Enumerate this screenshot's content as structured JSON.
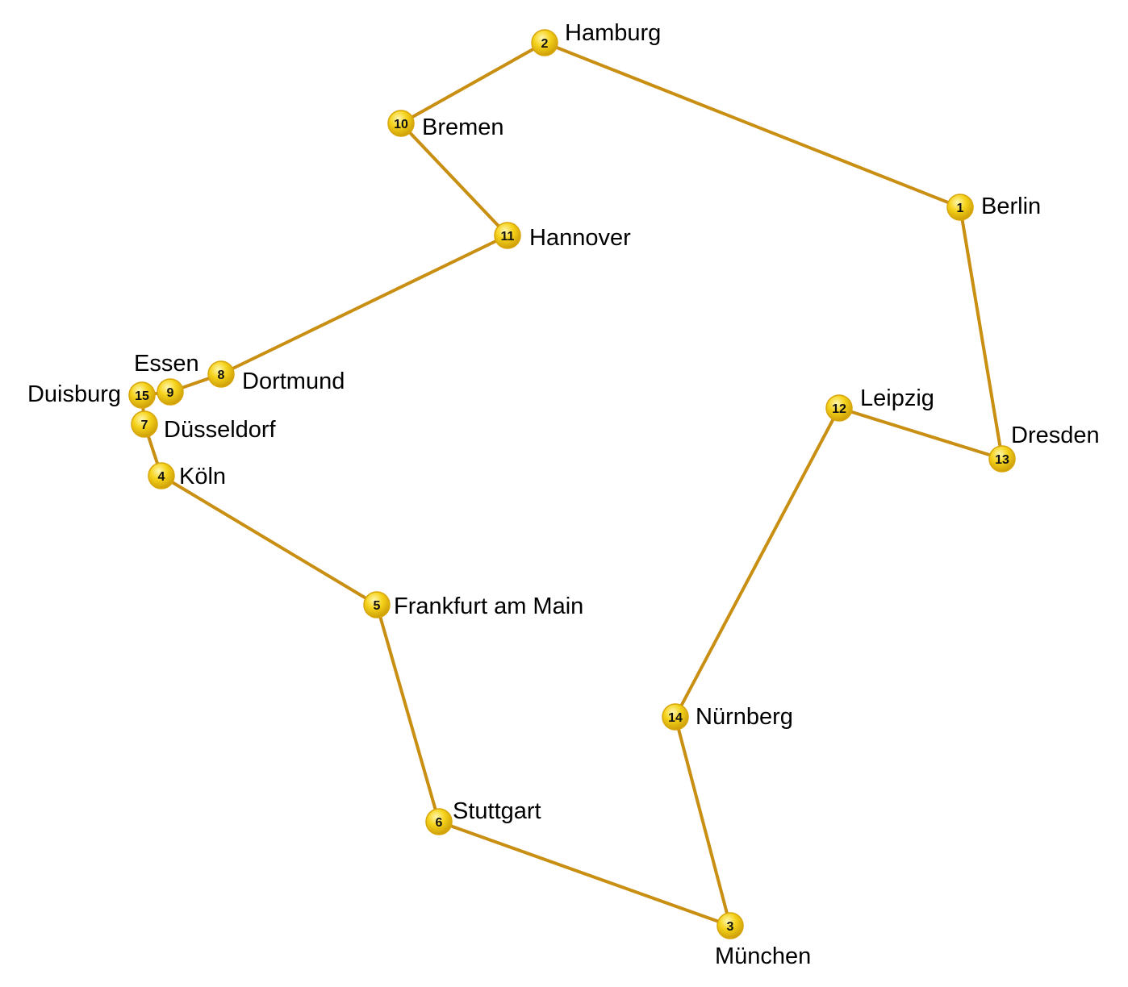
{
  "colors": {
    "edge": "#c98f12",
    "node_highlight": "#fff7b0",
    "node_fill": "#f5d21a",
    "node_shadow": "#c99a06",
    "text": "#000000"
  },
  "cities": [
    {
      "id": 1,
      "number": "1",
      "name": "Berlin"
    },
    {
      "id": 2,
      "number": "2",
      "name": "Hamburg"
    },
    {
      "id": 3,
      "number": "3",
      "name": "München"
    },
    {
      "id": 4,
      "number": "4",
      "name": "Köln"
    },
    {
      "id": 5,
      "number": "5",
      "name": "Frankfurt am Main"
    },
    {
      "id": 6,
      "number": "6",
      "name": "Stuttgart"
    },
    {
      "id": 7,
      "number": "7",
      "name": "Düsseldorf"
    },
    {
      "id": 8,
      "number": "8",
      "name": "Dortmund"
    },
    {
      "id": 9,
      "number": "9",
      "name": "Essen"
    },
    {
      "id": 10,
      "number": "10",
      "name": "Bremen"
    },
    {
      "id": 11,
      "number": "11",
      "name": "Hannover"
    },
    {
      "id": 12,
      "number": "12",
      "name": "Leipzig"
    },
    {
      "id": 13,
      "number": "13",
      "name": "Dresden"
    },
    {
      "id": 14,
      "number": "14",
      "name": "Nürnberg"
    },
    {
      "id": 15,
      "number": "15",
      "name": "Duisburg"
    }
  ],
  "tour": [
    1,
    2,
    10,
    11,
    8,
    9,
    15,
    7,
    4,
    5,
    6,
    3,
    14,
    12,
    13,
    1
  ]
}
